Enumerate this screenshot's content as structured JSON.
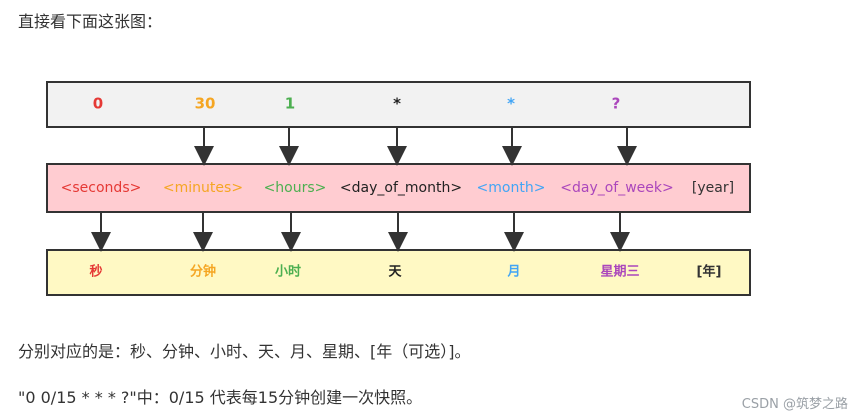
{
  "text": {
    "intro": "直接看下面这张图：",
    "mapping": "分别对应的是：秒、分钟、小时、天、月、星期、[年（可选）]。",
    "example": "\"0 0/15 * * * ?\"中：0/15 代表每15分钟创建一次快照。",
    "watermark": "CSDN @筑梦之路"
  },
  "diagram": {
    "colors": {
      "row1_fill": "#f2f2f2",
      "row2_fill": "#ffccd1",
      "row3_fill": "#fff9c4",
      "stroke": "#333333"
    },
    "columns": [
      {
        "value": "0",
        "field": "<seconds>",
        "label": "秒",
        "color": "#e53935"
      },
      {
        "value": "30",
        "field": "<minutes>",
        "label": "分钟",
        "color": "#f5a623"
      },
      {
        "value": "1",
        "field": "<hours>",
        "label": "小时",
        "color": "#4caf50"
      },
      {
        "value": "*",
        "field": "<day_of_month>",
        "label": "天",
        "color": "#222222"
      },
      {
        "value": "*",
        "field": "<month>",
        "label": "月",
        "color": "#42a5f5"
      },
      {
        "value": "?",
        "field": "<day_of_week>",
        "label": "星期三",
        "color": "#ab47bc"
      },
      {
        "value": "",
        "field": "[year]",
        "label": "[年]",
        "color": "#333333"
      }
    ]
  }
}
